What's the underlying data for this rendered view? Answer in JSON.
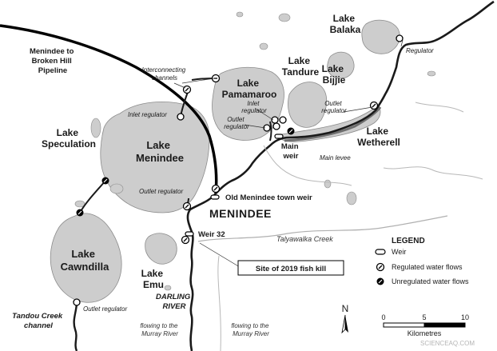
{
  "labels": {
    "pipeline": [
      "Menindee to",
      "Broken Hill",
      "Pipeline"
    ],
    "lake_balaka": [
      "Lake",
      "Balaka"
    ],
    "lake_bijjie": [
      "Lake",
      "Bijjie"
    ],
    "lake_tandure": [
      "Lake",
      "Tandure"
    ],
    "lake_pamamaroo": [
      "Lake",
      "Pamamaroo"
    ],
    "lake_speculation": [
      "Lake",
      "Speculation"
    ],
    "lake_menindee": [
      "Lake",
      "Menindee"
    ],
    "lake_cawndilla": [
      "Lake",
      "Cawndilla"
    ],
    "lake_wetherell": [
      "Lake",
      "Wetherell"
    ],
    "lake_emu": [
      "Lake",
      "Emu"
    ],
    "interconnecting": [
      "Interconnecting",
      "channels"
    ],
    "inlet_regulator_menindee": "Inlet regulator",
    "inlet_regulator_pamamaroo": [
      "Inlet",
      "regulator"
    ],
    "outlet_regulator_pamamaroo": [
      "Outlet",
      "regulator"
    ],
    "outlet_regulator_wetherell": [
      "Outlet",
      "regulator"
    ],
    "outlet_regulator_menindee": "Outlet regulator",
    "outlet_regulator_cawndilla": "Outlet regulator",
    "regulator_top": "Regulator",
    "main_weir": [
      "Main",
      "weir"
    ],
    "main_levee": "Main levee",
    "old_town_weir": "Old Menindee town weir",
    "town": "MENINDEE",
    "weir32": "Weir 32",
    "talyawalka": "Talyawalka Creek",
    "fish_kill": "Site of 2019 fish kill",
    "darling": [
      "DARLING",
      "RIVER"
    ],
    "tandou": [
      "Tandou Creek",
      "channel"
    ],
    "flowing_left": [
      "flowing to the",
      "Murray River"
    ],
    "flowing_right": [
      "flowing to the",
      "Murray River"
    ]
  },
  "legend": {
    "title": "LEGEND",
    "weir": "Weir",
    "regulated": "Regulated water flows",
    "unregulated": "Unregulated water flows"
  },
  "north": "N",
  "scale": {
    "ticks": [
      "0",
      "5",
      "10"
    ],
    "unit": "Kilometres"
  },
  "watermark": "SCIENCEAQ.COM",
  "colors": {
    "lake": "#cdcdcd",
    "lake_stroke": "#8c8c8c",
    "river": "#1a1a1a",
    "pipeline": "#000000",
    "levee": "#6e6e6e"
  }
}
